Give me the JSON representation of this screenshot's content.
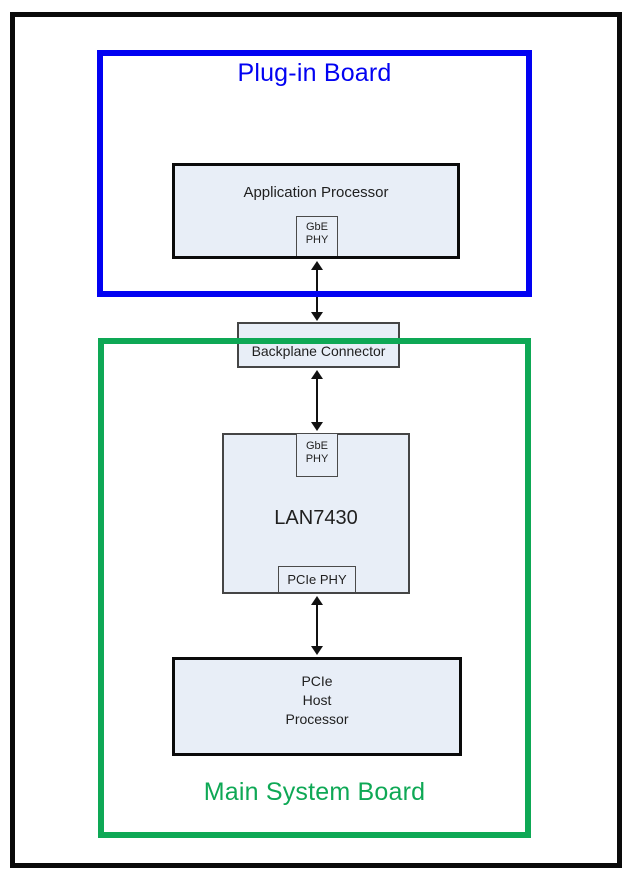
{
  "boards": {
    "plugin": {
      "title": "Plug-in Board",
      "color": "#0202F2"
    },
    "main": {
      "title": "Main System Board",
      "color": "#0EA855"
    }
  },
  "nodes": {
    "application_processor": {
      "label": "Application Processor"
    },
    "app_gbe_phy": {
      "label": "GbE\nPHY"
    },
    "backplane_connector": {
      "label": "Backplane Connector"
    },
    "lan_gbe_phy": {
      "label": "GbE\nPHY"
    },
    "lan7430": {
      "label": "LAN7430"
    },
    "pcie_phy": {
      "label": "PCIe PHY"
    },
    "pcie_host_processor": {
      "label": "PCIe\nHost\nProcessor"
    }
  },
  "connections": [
    {
      "from": "app_gbe_phy",
      "to": "backplane_connector",
      "type": "bidirectional-arrow"
    },
    {
      "from": "backplane_connector",
      "to": "lan_gbe_phy",
      "type": "bidirectional-arrow"
    },
    {
      "from": "pcie_phy",
      "to": "pcie_host_processor",
      "type": "bidirectional-arrow"
    }
  ],
  "colors": {
    "node_fill": "#E8EEF7",
    "node_border_thick": "#0A0A0A",
    "node_border_thin": "#454545",
    "arrow": "#111111",
    "frame": "#0A0A0A"
  }
}
